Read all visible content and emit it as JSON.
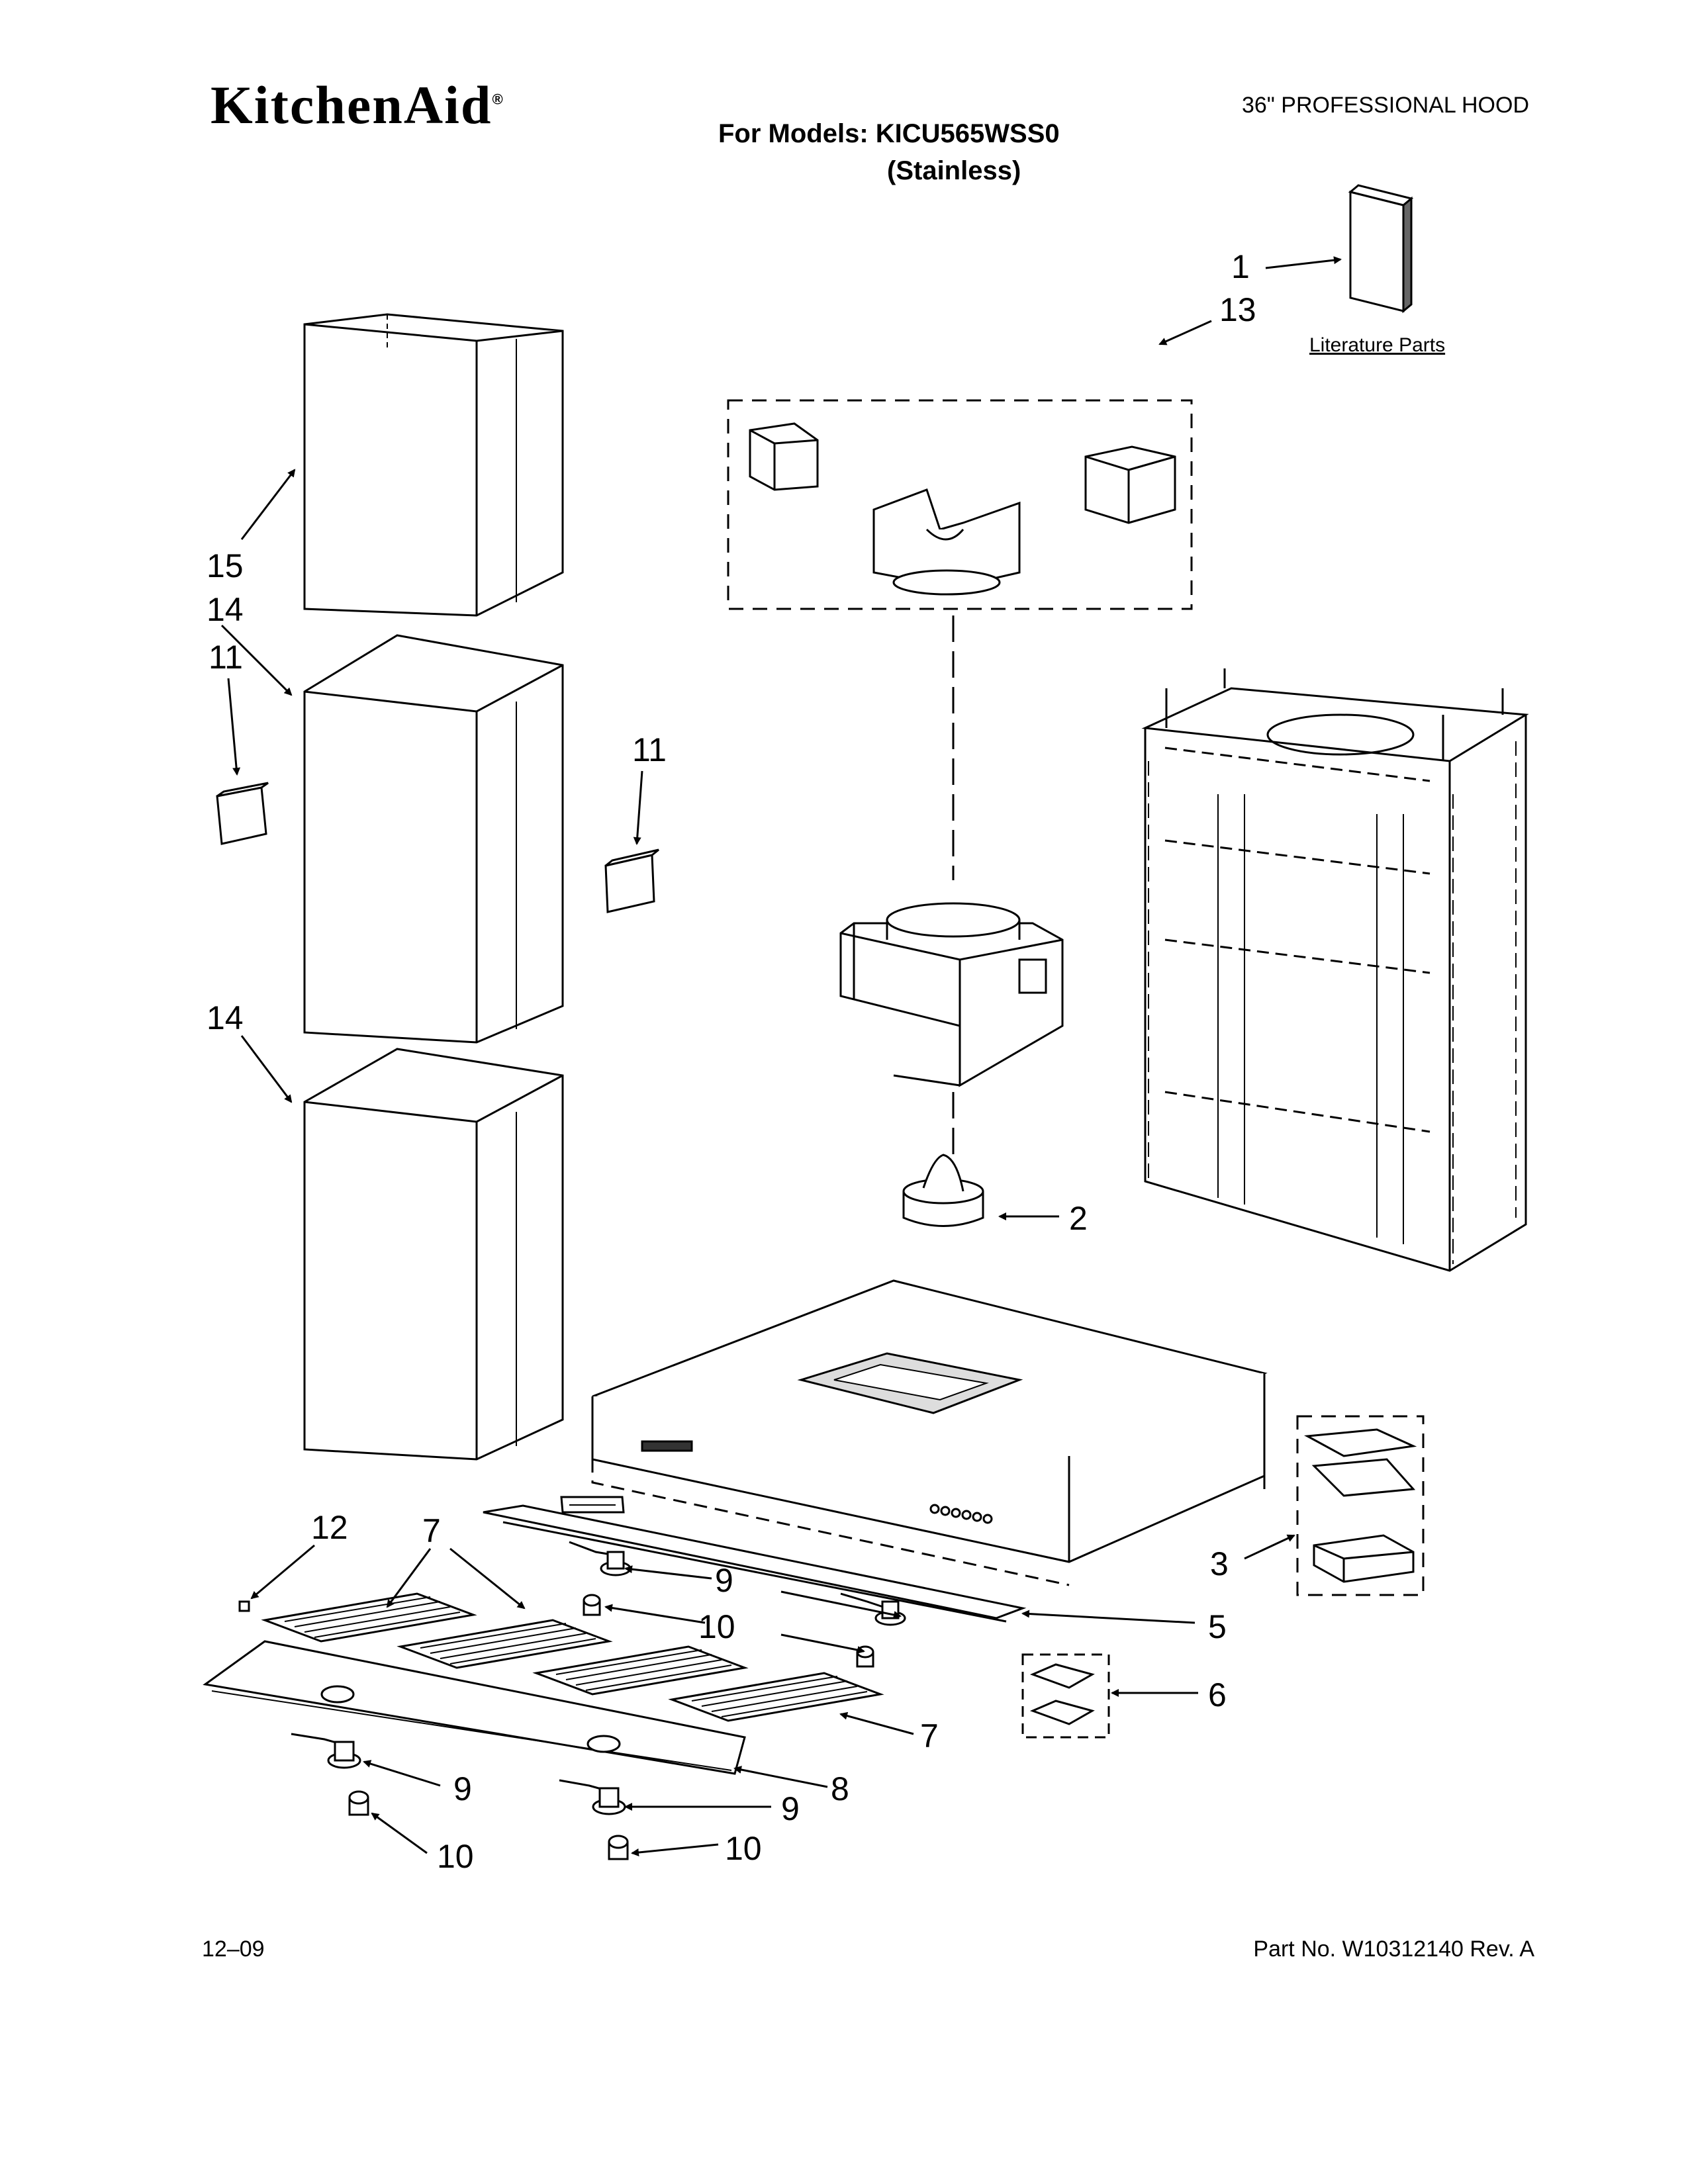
{
  "header": {
    "brand": "KitchenAid",
    "brand_mark": "®",
    "product": "36\" PROFESSIONAL HOOD",
    "models_line": "For Models: KICU565WSS0",
    "finish_line": "(Stainless)"
  },
  "literature_label": "Literature Parts",
  "callouts": [
    "1",
    "13",
    "15",
    "14",
    "11",
    "11",
    "14",
    "2",
    "12",
    "7",
    "9",
    "10",
    "3",
    "5",
    "6",
    "7",
    "8",
    "9",
    "9",
    "10",
    "10"
  ],
  "footer": {
    "date_code": "12–09",
    "part_number": "Part No. W10312140 Rev. A"
  }
}
